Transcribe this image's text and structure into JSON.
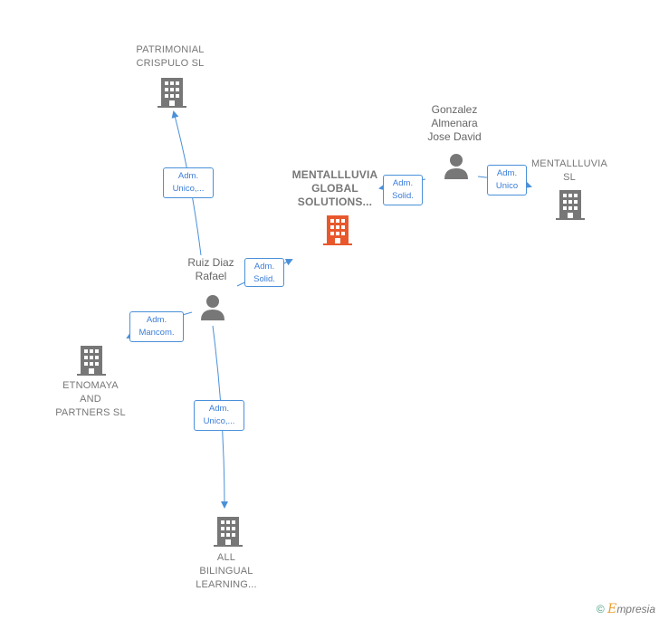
{
  "nodes": {
    "patrimonial": {
      "line1": "PATRIMONIAL",
      "line2": "CRISPULO SL"
    },
    "main": {
      "line1": "MENTALLLUVIA",
      "line2": "GLOBAL",
      "line3": "SOLUTIONS..."
    },
    "gonzalez": {
      "line1": "Gonzalez",
      "line2": "Almenara",
      "line3": "Jose David"
    },
    "mentallluvia_sl": {
      "line1": "MENTALLLUVIA",
      "line2": "SL"
    },
    "ruiz": {
      "line1": "Ruiz Diaz",
      "line2": "Rafael"
    },
    "etnomaya": {
      "line1": "ETNOMAYA",
      "line2": "AND",
      "line3": "PARTNERS SL"
    },
    "all_bilingual": {
      "line1": "ALL",
      "line2": "BILINGUAL",
      "line3": "LEARNING..."
    }
  },
  "badges": {
    "ruiz_patrimonial": {
      "line1": "Adm.",
      "line2": "Unico,..."
    },
    "ruiz_main": {
      "line1": "Adm.",
      "line2": "Solid."
    },
    "gonzalez_main": {
      "line1": "Adm.",
      "line2": "Solid."
    },
    "gonzalez_mentallluvia": {
      "line1": "Adm.",
      "line2": "Unico"
    },
    "ruiz_etnomaya": {
      "line1": "Adm.",
      "line2": "Mancom."
    },
    "ruiz_allbilingual": {
      "line1": "Adm.",
      "line2": "Unico,..."
    }
  },
  "colors": {
    "edge": "#4a90d9",
    "building": "#777777",
    "main_building": "#e8582c",
    "person": "#777777"
  },
  "footer": {
    "copyright": "©",
    "brand_initial": "E",
    "brand_rest": "mpresia"
  }
}
